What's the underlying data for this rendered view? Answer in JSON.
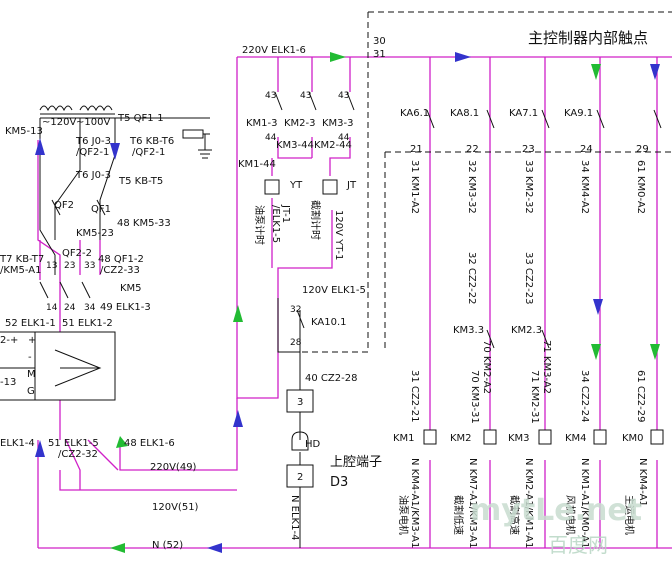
{
  "title": "主控制器内部触点",
  "bus": {
    "top": "220V ELK1-6",
    "mid": "120V ELK1-5",
    "v220": "220V(49)",
    "v120": "120V(51)",
    "neutral": "N (52)",
    "n30": "30",
    "n31": "31"
  },
  "left": {
    "km513": "KM5-13",
    "v120": "~120V",
    "v100": "~100V",
    "t5qf": "T5 QF1-1",
    "t6jo": "T6 J0-3",
    "qf21": "/QF2-1",
    "t6kb": "T6 KB-T6",
    "qf21b": "/QF2-1",
    "t6jo2": "T6 J0-3",
    "t5kb": "T5 KB-T5",
    "qf2": "QF2",
    "qf1": "QF1",
    "km533": "48 KM5-33",
    "km523": "KM5-23",
    "t7kb": "T7 KB-T7",
    "km5a1": "/KM5-A1",
    "qf22": "QF2-2",
    "qf12": "48 QF1-2",
    "cz233": "/CZ2-33",
    "km5": "KM5",
    "n13": "13",
    "n23": "23",
    "n33": "33",
    "n14": "14",
    "n24": "24",
    "n34": "34",
    "elk13": "49 ELK1-3",
    "elk11": "52 ELK1-1",
    "elk12": "51 ELK1-2",
    "plus": "+",
    "minus": "-",
    "m": "M",
    "g": "G",
    "n2": "2-+",
    "n13b": "-13",
    "elk14": "ELK1-4",
    "elk15": "51 ELK1-5",
    "cz232": "/CZ2-32",
    "elk16": "48 ELK1-6"
  },
  "center": {
    "n43a": "43",
    "n43b": "43",
    "n43c": "43",
    "km13": "KM1-3",
    "km23": "KM2-3",
    "km33": "KM3-3",
    "n44a": "44",
    "n44b": "44",
    "km344": "KM3-44",
    "km244": "KM2-44",
    "km144": "KM1-44",
    "yt": "YT",
    "jt": "JT",
    "oil_pump_timer": "油泵计时",
    "jt1": "JT-1",
    "elk15": "/ELK1-5",
    "cut_timer": "截割计时",
    "yt1": "120V YT-1",
    "n32": "32",
    "ka101": "KA10.1",
    "n28": "28",
    "cz228": "40 CZ2-28",
    "n3": "3",
    "hd": "HD",
    "n2": "2",
    "terminal": "上腔端子",
    "d3": "D3",
    "nelk14": "N ELK1-4"
  },
  "columns": [
    {
      "ka": "KA6.1",
      "num": "21",
      "top": "31 KM1-A2",
      "mid": "",
      "km": "",
      "kmn": "",
      "low": "31 CZ2-21",
      "coil": "KM1",
      "bot": "N KM4-A1/KM3-A1",
      "desc": "油泵电机"
    },
    {
      "ka": "KA8.1",
      "num": "22",
      "top": "32 KM3-32",
      "mid": "32 CZ2-22",
      "km": "KM3.3",
      "kmn": "70 KM2-A2",
      "low": "70 KM3-31",
      "coil": "KM2",
      "bot": "N KM7-A1/KM3-A1",
      "desc": "截割低速"
    },
    {
      "ka": "KA7.1",
      "num": "23",
      "top": "33 KM2-32",
      "mid": "33 CZ2-23",
      "km": "KM2.3",
      "kmn": "71 KM3-A2",
      "low": "71 KM2-31",
      "coil": "KM3",
      "bot": "N KM2-A1/KM1-A1",
      "desc": "截割高速"
    },
    {
      "ka": "KA9.1",
      "num": "24",
      "top": "34 KM4-A2",
      "mid": "",
      "km": "",
      "kmn": "",
      "low": "34 CZ2-24",
      "coil": "KM4",
      "bot": "N KM1-A1/KM0-A1",
      "desc": "风机电机"
    },
    {
      "ka": "",
      "num": "29",
      "top": "61 KM0-A2",
      "mid": "",
      "km": "",
      "kmn": "",
      "low": "61 CZ2-29",
      "coil": "KM0",
      "bot": "N KM4-A1",
      "desc": "主运电机"
    }
  ],
  "watermark": {
    "site": "mytLe.net",
    "brand": "百度网"
  },
  "colors": {
    "wire": "#111111",
    "highlight": "#d020c8",
    "arrow_blue": "#3333cc",
    "arrow_green": "#22bb33"
  }
}
